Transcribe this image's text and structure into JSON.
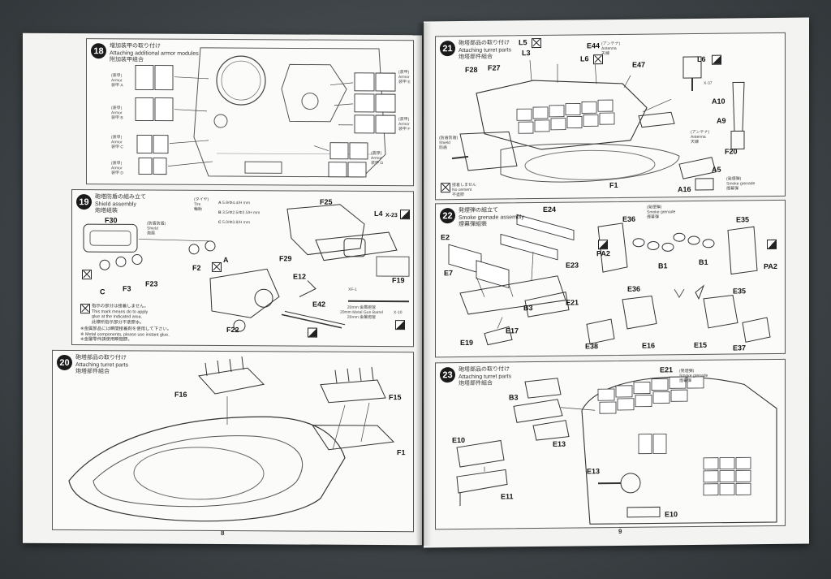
{
  "pages": {
    "left_number": "8",
    "right_number": "9"
  },
  "steps": {
    "s18": {
      "number": "18",
      "title_jp": "增加装甲の取り付け",
      "title_en": "Attaching additional armor modules",
      "title_cn": "附加装甲组合",
      "armor_labels": [
        {
          "jp": "(装甲)",
          "en": "Armor",
          "cn": "装甲",
          "id": "A"
        },
        {
          "jp": "(装甲)",
          "en": "Armor",
          "cn": "装甲",
          "id": "B"
        },
        {
          "jp": "(装甲)",
          "en": "Armor",
          "cn": "装甲",
          "id": "C"
        },
        {
          "jp": "(装甲)",
          "en": "Armor",
          "cn": "装甲",
          "id": "D"
        },
        {
          "jp": "(装甲)",
          "en": "Armor",
          "cn": "装甲",
          "id": "E"
        },
        {
          "jp": "(装甲)",
          "en": "Armor",
          "cn": "装甲",
          "id": "F"
        },
        {
          "jp": "(装甲)",
          "en": "Armor",
          "cn": "装甲",
          "id": "G"
        }
      ]
    },
    "s19": {
      "number": "19",
      "title_jp": "砲塔防盾の組み立て",
      "title_en": "Shield assembly",
      "title_cn": "炮塔组裝",
      "tire_jp": "(タイヤ)",
      "tire_en": "Tire",
      "tire_cn": "輪胎",
      "tire_sizes": [
        {
          "key": "A",
          "size": "5.9/Φ4.4/H mm"
        },
        {
          "key": "B",
          "size": "3.5/Φ2.5/Φ2.5/H mm"
        },
        {
          "key": "C",
          "size": "5.0/Φ3.8/H mm"
        }
      ],
      "shield_jp": "(防盾防盾)",
      "shield_en": "Shield",
      "shield_cn": "炮盾",
      "labels": [
        "F30",
        "F25",
        "L4",
        "X-23",
        "F29",
        "F19",
        "F2",
        "A",
        "C",
        "F3",
        "F23",
        "E12",
        "E42",
        "F22"
      ],
      "barrel": {
        "code": "XF-1",
        "jp": "20mm 金属砲管",
        "en": "20mm Metal Gun Barrel",
        "cn": "20mm 金屬炮管",
        "code2": "X-10"
      },
      "notes": [
        "指示の部分は接着しません。",
        "This mark means do to apply",
        "glue at the indicated area.",
        "此標所指示部分不塗膠水。",
        "※金属部品には瞬間接着剤を使用して下さい。",
        "※ Metal components, please use instant glue.",
        "※金屬零件請使用瞬間膠。"
      ]
    },
    "s20": {
      "number": "20",
      "title_jp": "砲塔部品の取り付け",
      "title_en": "Attaching turret parts",
      "title_cn": "炮塔部件組合",
      "labels": [
        "F16",
        "F15",
        "F1"
      ]
    },
    "s21": {
      "number": "21",
      "title_jp": "砲塔部品の取り付け",
      "title_en": "Attaching turret parts",
      "title_cn": "炮塔部件組合",
      "labels": [
        "L5",
        "L3",
        "E44",
        "L6",
        "E47",
        "L6",
        "F28",
        "F27",
        "A10",
        "A9",
        "F20",
        "A5",
        "A16",
        "F1",
        "X-37"
      ],
      "antenna": {
        "jp": "(アンテナ)",
        "en": "Antenna",
        "cn": "天線"
      },
      "shield": {
        "jp": "(防盾防盾)",
        "en": "Shield",
        "cn": "防盾"
      },
      "smoke": {
        "jp": "(発煙弾)",
        "en": "Smoke grenade",
        "cn": "煙幕彈"
      },
      "no_cement": {
        "jp": "接着しません",
        "en": "No cement",
        "cn": "不塗膠"
      }
    },
    "s22": {
      "number": "22",
      "title_jp": "発煙弾の組立て",
      "title_en": "Smoke grenade assembly",
      "title_cn": "煙幕彈組裝",
      "labels": [
        "E24",
        "E2",
        "E7",
        "E23",
        "E21",
        "B3",
        "E17",
        "E19",
        "E36",
        "E35",
        "PA2",
        "PA2",
        "B1",
        "B1",
        "E36",
        "E35",
        "E38",
        "E16",
        "E15",
        "E37"
      ],
      "smoke": {
        "jp": "(発煙弾)",
        "en": "Smoke grenade",
        "cn": "煙幕彈"
      }
    },
    "s23": {
      "number": "23",
      "title_jp": "砲塔部品の取り付け",
      "title_en": "Attaching turret parts",
      "title_cn": "炮塔部件組合",
      "labels": [
        "E21",
        "B3",
        "E13",
        "E10",
        "E11",
        "E13",
        "E10"
      ],
      "smoke": {
        "jp": "(発煙弾)",
        "en": "Smoke grenade",
        "cn": "煙幕彈"
      }
    }
  }
}
